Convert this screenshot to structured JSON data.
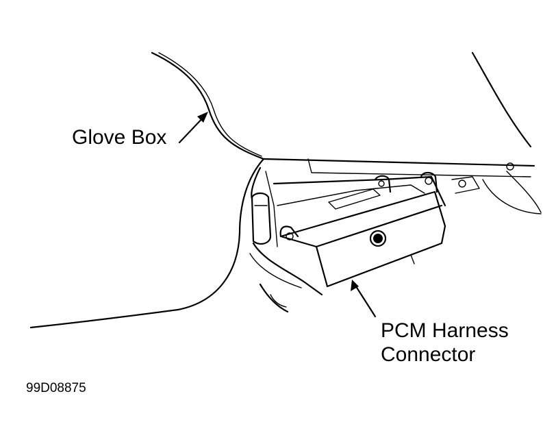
{
  "labels": {
    "glove_box": "Glove Box",
    "pcm_line1": "PCM Harness",
    "pcm_line2": "Connector",
    "figure_id": "99D08875"
  },
  "colors": {
    "line": "#000000",
    "background": "#ffffff"
  }
}
